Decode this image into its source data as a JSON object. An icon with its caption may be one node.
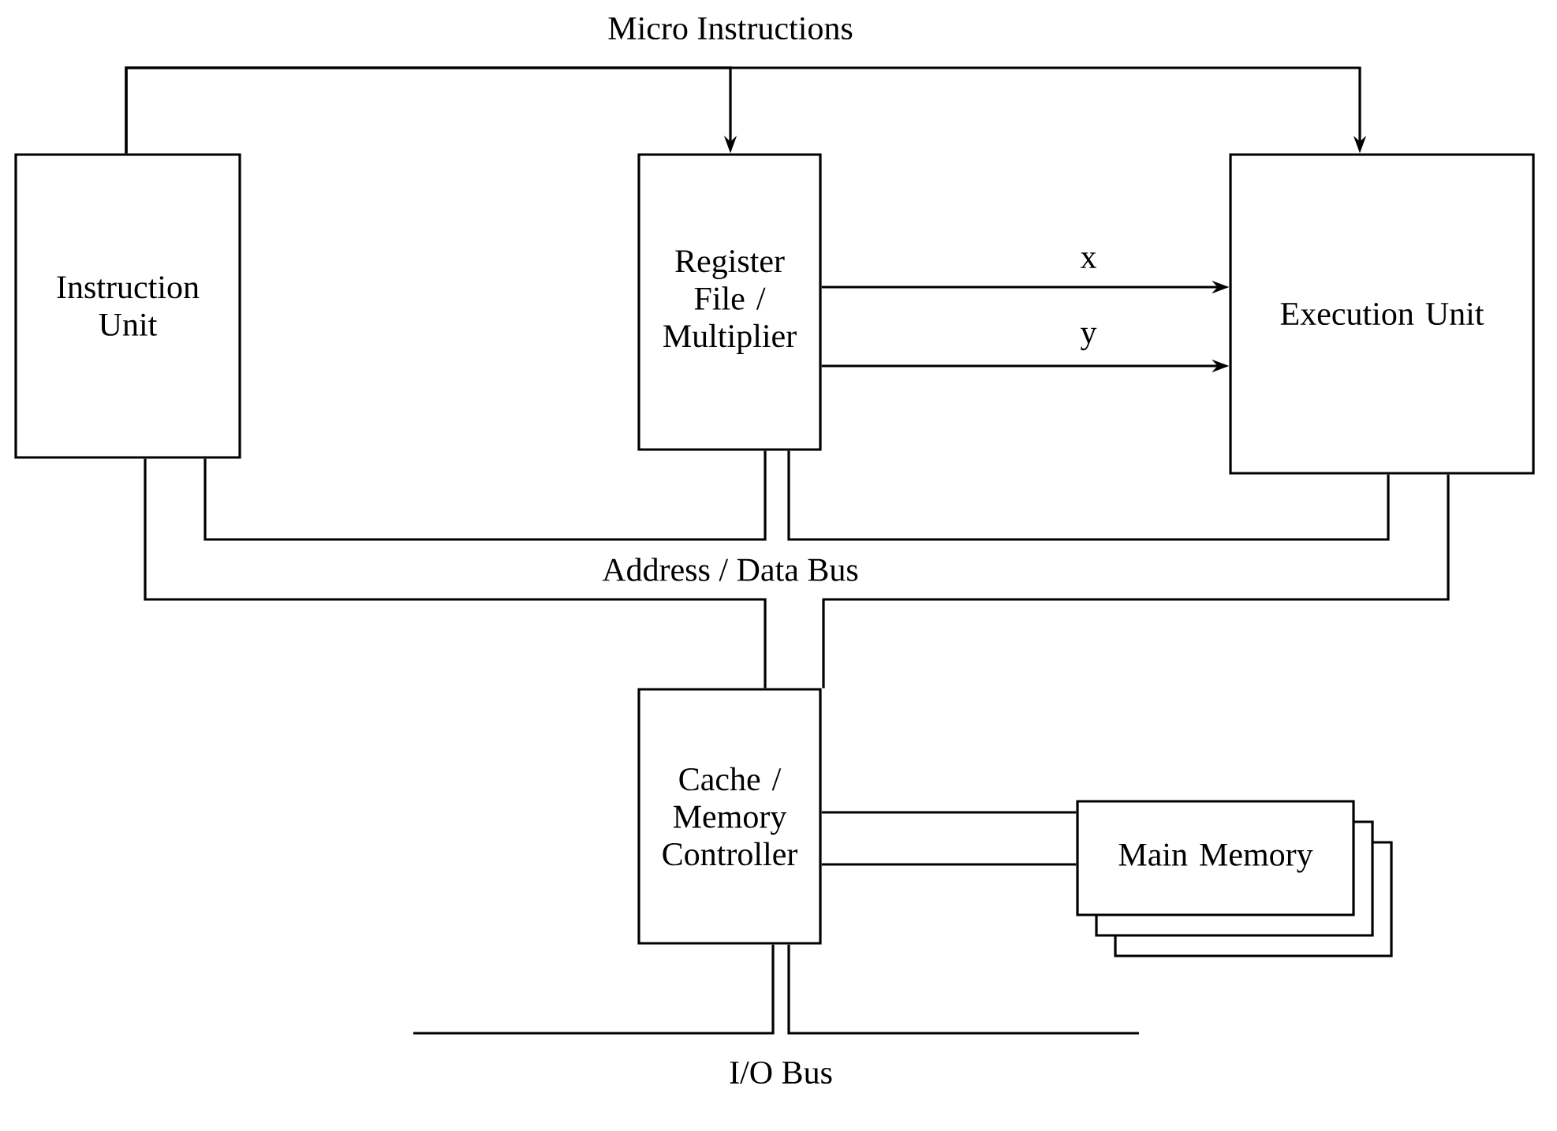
{
  "diagram": {
    "nodes": [
      {
        "text": [
          "Instruction Unit"
        ]
      },
      {
        "text": [
          "Register File / Multiplier"
        ]
      },
      {
        "text": [
          "Execution Unit"
        ]
      },
      {
        "text": [
          "Cache / Memory Controller"
        ]
      },
      {
        "text": [
          "Main Memory"
        ]
      }
    ],
    "edges": [
      {
        "from": 0,
        "to": 1,
        "arrow": "to"
      },
      {
        "from": 0,
        "to": 2,
        "arrow": "to"
      },
      {
        "from": 1,
        "to": 2,
        "arrow": "to",
        "label": "x"
      },
      {
        "from": 1,
        "to": 2,
        "arrow": "to",
        "label": "y"
      },
      {
        "from": 0,
        "to": 1,
        "arrow": "none"
      },
      {
        "from": 1,
        "to": 2,
        "arrow": "none"
      },
      {
        "from": 0,
        "to": 3,
        "arrow": "none"
      },
      {
        "from": 2,
        "to": 3,
        "arrow": "none"
      },
      {
        "from": 3,
        "to": 4,
        "arrow": "none"
      },
      {
        "from": 3,
        "to": 4,
        "arrow": "none"
      },
      {
        "from": 3,
        "to": null,
        "arrow": "none"
      },
      {
        "from": 3,
        "to": null,
        "arrow": "none"
      }
    ],
    "labels": [
      "Micro Instructions",
      "Address / Data Bus",
      "I/O Bus"
    ]
  }
}
